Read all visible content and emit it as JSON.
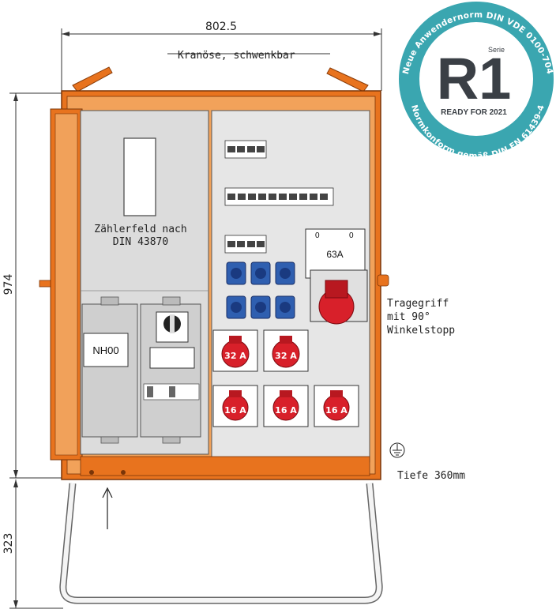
{
  "dimensions": {
    "width": "802.5",
    "height": "974",
    "leg_height": "323"
  },
  "annotations": {
    "lifting_eye": "Kranöse, schwenkbar",
    "meter_field_line1": "Zählerfeld nach",
    "meter_field_line2": "DIN 43870",
    "handle_line1": "Tragegriff",
    "handle_line2": "mit 90°",
    "handle_line3": "Winkelstopp",
    "depth": "Tiefe 360mm"
  },
  "labels": {
    "fuse_label": "NH00",
    "main_switch": "63A",
    "switch_mark_left": "0",
    "switch_mark_right": "0"
  },
  "sockets_cee": [
    {
      "rating": "32 A"
    },
    {
      "rating": "32 A"
    },
    {
      "rating": "16 A"
    },
    {
      "rating": "16 A"
    },
    {
      "rating": "16 A"
    }
  ],
  "badge": {
    "series_word": "Serie",
    "series": "R1",
    "ready": "READY FOR 2021",
    "ring_top": "Neue Anwendernorm DIN VDE 0100-704",
    "ring_bottom": "Normkonform gemäß DIN EN 61439-4"
  },
  "colors": {
    "frame_orange": "#e8731e",
    "panel_grey": "#dcdcdc",
    "socket_blue": "#2f5fb0",
    "socket_red": "#d8202a",
    "badge_teal": "#3aa6b0",
    "badge_dark": "#3a3f45"
  }
}
